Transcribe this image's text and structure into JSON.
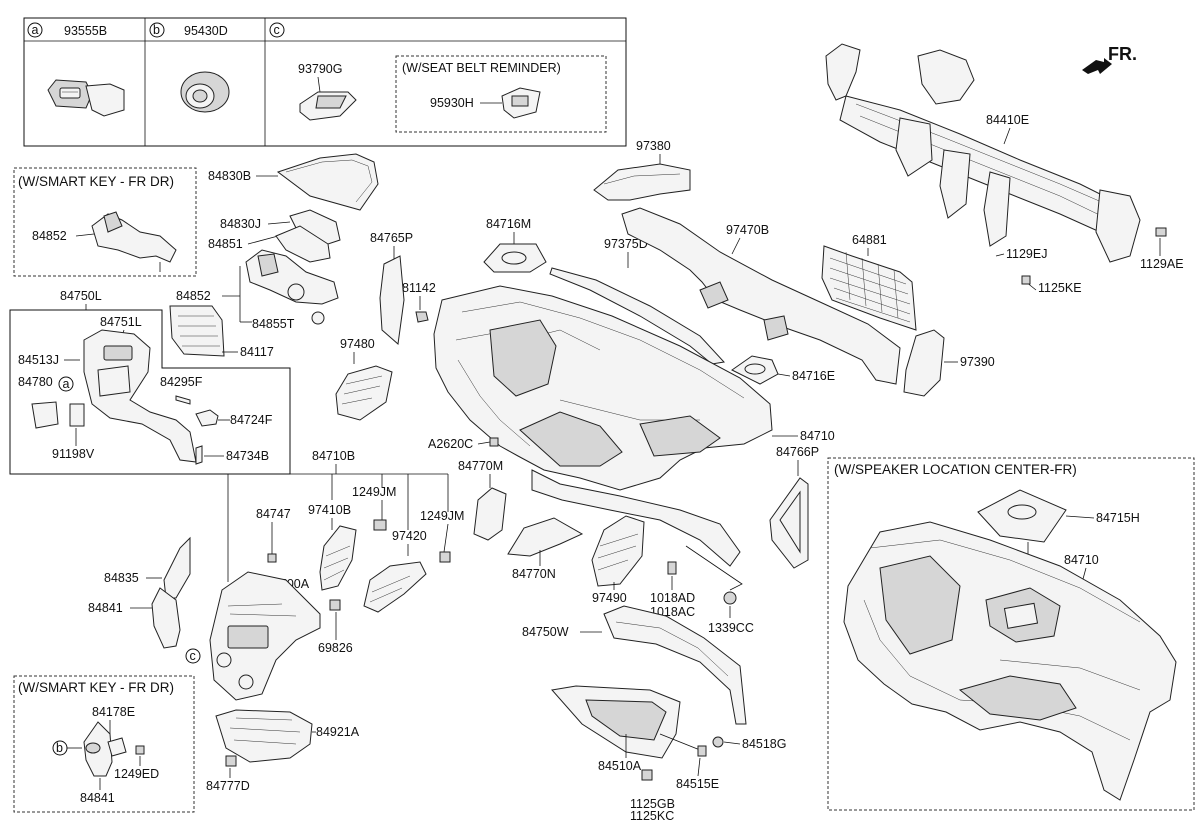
{
  "legend_table": {
    "a_letter": "a",
    "a_part": "93555B",
    "b_letter": "b",
    "b_part": "95430D",
    "c_letter": "c",
    "c_part": "93790G",
    "seat_belt_title": "(W/SEAT BELT REMINDER)",
    "seat_belt_part": "95930H"
  },
  "direction_label": "FR.",
  "groups": {
    "smart_key_top": "(W/SMART KEY - FR DR)",
    "smart_key_bottom": "(W/SMART KEY - FR DR)",
    "speaker": "(W/SPEAKER LOCATION CENTER-FR)"
  },
  "callout_letters": {
    "a": "a",
    "b": "b",
    "c": "c"
  },
  "parts": {
    "p84830B": "84830B",
    "p84852_sk": "84852",
    "p84830J": "84830J",
    "p84851": "84851",
    "p84852": "84852",
    "p84855T": "84855T",
    "p84117": "84117",
    "p84750L": "84750L",
    "p84751L": "84751L",
    "p84513J": "84513J",
    "p84780": "84780",
    "p84295F": "84295F",
    "p84724F": "84724F",
    "p91198V": "91198V",
    "p84734B": "84734B",
    "p84765P": "84765P",
    "p81142": "81142",
    "p97480": "97480",
    "p84716M": "84716M",
    "p97380": "97380",
    "p97470B": "97470B",
    "p97375D": "97375D",
    "p64881": "64881",
    "p84410E": "84410E",
    "p1129EJ": "1129EJ",
    "p1125KE": "1125KE",
    "p1129AE": "1129AE",
    "p97390": "97390",
    "p84716E": "84716E",
    "p84710": "84710",
    "pA2620C": "A2620C",
    "p84770M": "84770M",
    "p84766P": "84766P",
    "p84710B": "84710B",
    "p1249JM_a": "1249JM",
    "p84747": "84747",
    "p97410B": "97410B",
    "p1249JM_b": "1249JM",
    "p97420": "97420",
    "p84770N": "84770N",
    "p97490": "97490",
    "p1018AD": "1018AD",
    "p1018AC": "1018AC",
    "p1339CC": "1339CC",
    "p84835": "84835",
    "p84841": "84841",
    "p94500A": "94500A",
    "p69826": "69826",
    "p84750W": "84750W",
    "p84921A": "84921A",
    "p84777D": "84777D",
    "p84510A": "84510A",
    "p84518G": "84518G",
    "p84515E": "84515E",
    "p1125GB": "1125GB",
    "p1125KC": "1125KC",
    "p84178E": "84178E",
    "p1249ED": "1249ED",
    "p84841_b": "84841",
    "p84715H": "84715H",
    "p84710_sp": "84710"
  }
}
